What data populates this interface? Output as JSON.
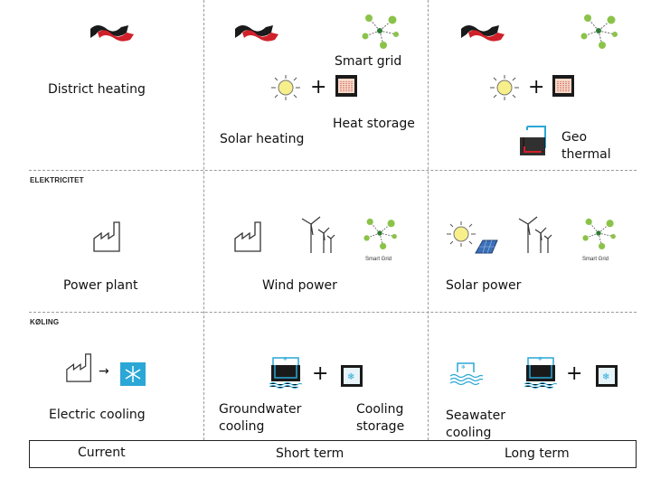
{
  "sections": {
    "electricity": "ELEKTRICITET",
    "cooling": "KØLING"
  },
  "labels": {
    "district_heating": "District heating",
    "smart_grid": "Smart grid",
    "solar_heating": "Solar heating",
    "heat_storage": "Heat storage",
    "geo_thermal": "Geo\nthermal",
    "power_plant": "Power plant",
    "wind_power": "Wind power",
    "solar_power": "Solar power",
    "electric_cooling": "Electric cooling",
    "groundwater_cooling": "Groundwater\ncooling",
    "cooling_storage": "Cooling\nstorage",
    "seawater_cooling": "Seawater\ncooling",
    "smart_grid_small_1": "Smart Grid",
    "smart_grid_small_2": "Smart Grid"
  },
  "timeline": {
    "current": "Current",
    "short_term": "Short term",
    "long_term": "Long term"
  },
  "colors": {
    "logo_red": "#d0202a",
    "logo_black": "#1a1a1a",
    "grid_green": "#8bc34a",
    "sun_yellow": "#f7ef8a",
    "frost_blue": "#2aa7d6",
    "water_blue": "#2aa7d6"
  }
}
